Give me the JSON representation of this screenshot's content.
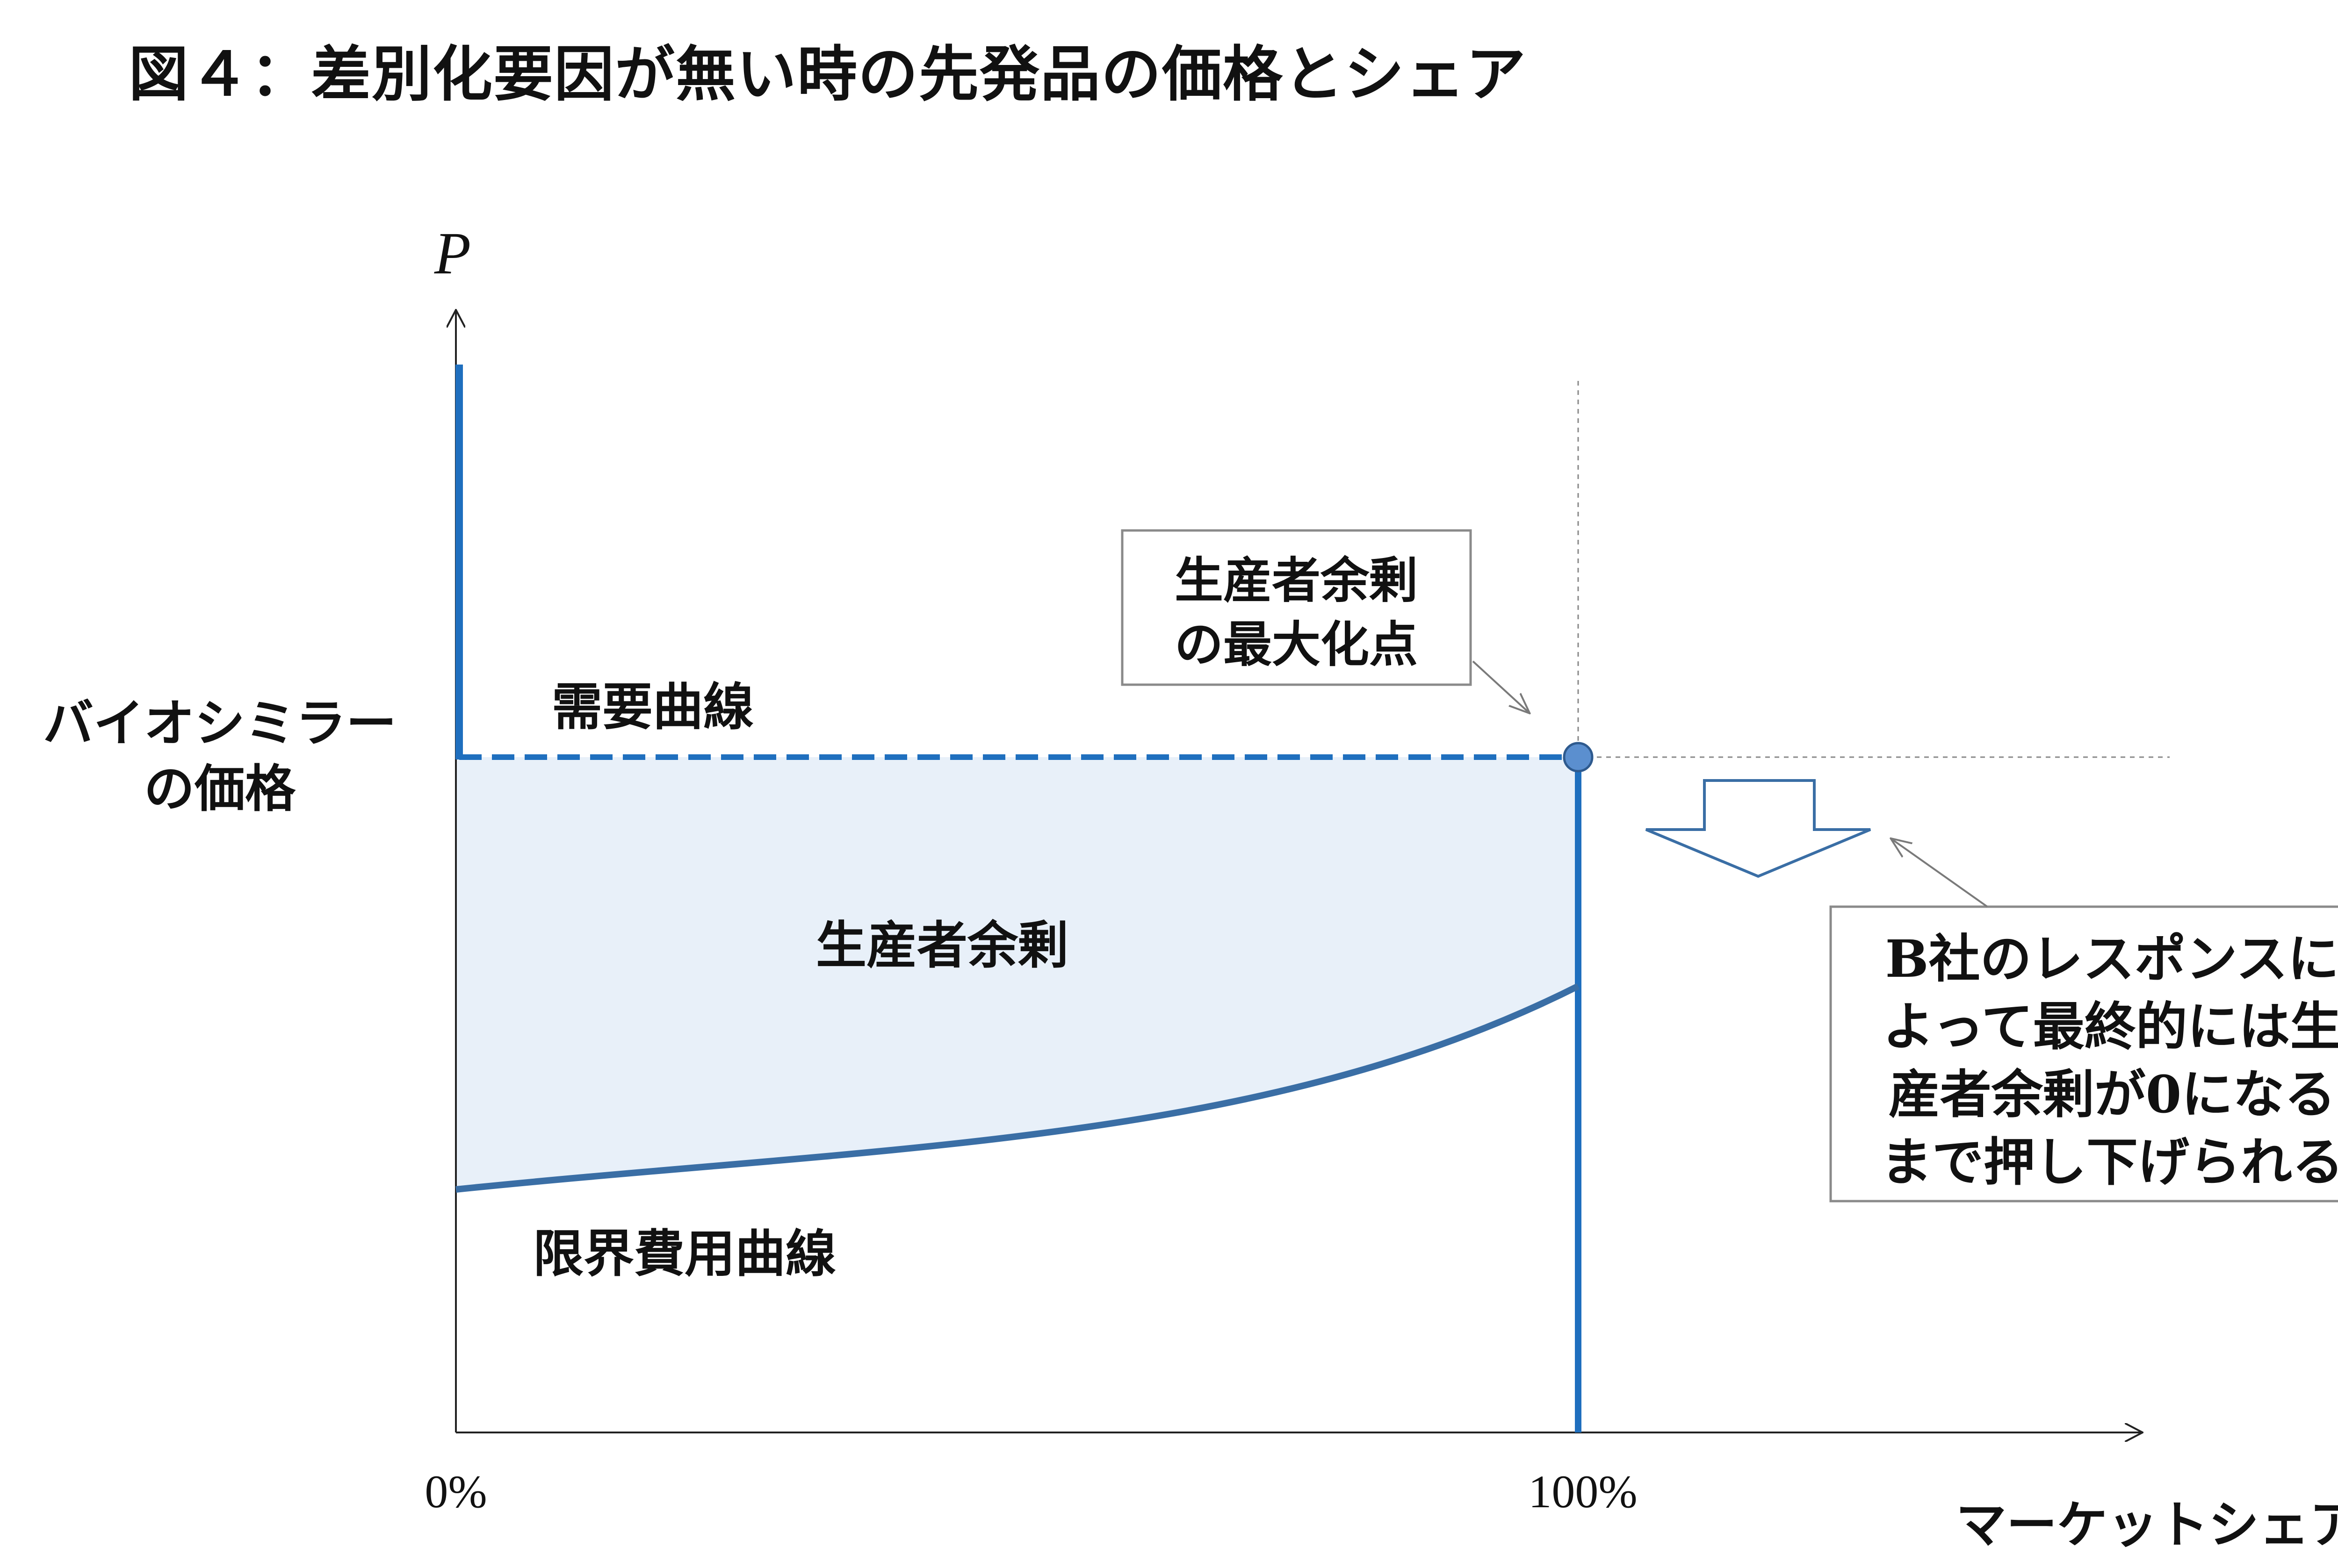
{
  "title": "図４：差別化要因が無い時の先発品の価格とシェア",
  "axes": {
    "y_axis_label": "P",
    "x_axis_label": "マーケットシェア",
    "y_value_label_line1": "バイオシミラー",
    "y_value_label_line2": "の価格",
    "x_tick_0": "0%",
    "x_tick_100": "100%"
  },
  "labels": {
    "demand_curve": "需要曲線",
    "marginal_cost_curve": "限界費用曲線",
    "producer_surplus": "生産者余剰"
  },
  "callouts": {
    "max_point_line1": "生産者余剰",
    "max_point_line2": "の最大化点",
    "response_line1": "B社のレスポンスに",
    "response_line2": "よって最終的には生",
    "response_line3": "産者余剰が0になる",
    "response_line4": "まで押し下げられる"
  },
  "colors": {
    "curve_blue": "#1f6fbe",
    "mc_curve": "#3a6ea5",
    "surplus_fill": "#e8f0f9",
    "callout_border": "#8a8a8a",
    "point_fill": "#5b8fcf"
  }
}
